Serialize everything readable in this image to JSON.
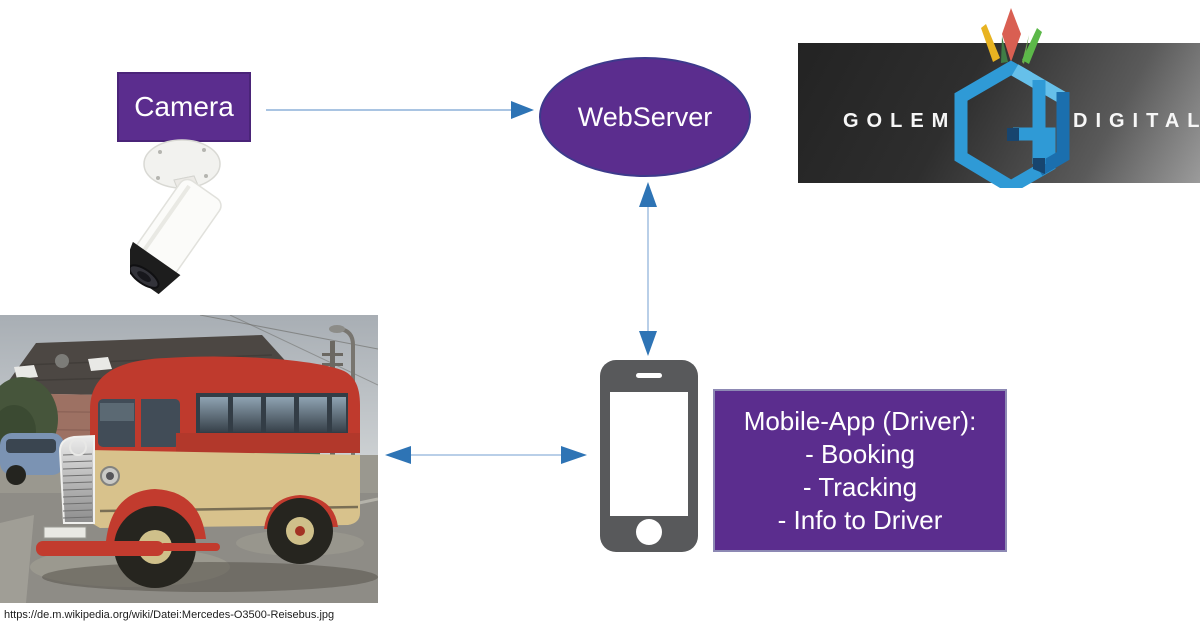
{
  "labels": {
    "camera": "Camera",
    "webserver": "WebServer"
  },
  "mobile_app": {
    "title": "Mobile-App (Driver):",
    "features": [
      "- Booking",
      "- Tracking",
      "- Info to Driver"
    ]
  },
  "logo": {
    "word_left": "GOLEM",
    "word_right": "DIGITAL"
  },
  "attribution": "https://de.m.wikipedia.org/wiki/Datei:Mercedes-O3500-Reisebus.jpg",
  "icons": [
    "security-camera-icon",
    "smartphone-icon",
    "golem-digital-cube-logo",
    "bus-photo"
  ],
  "colors": {
    "node_purple": "#5b2d8e",
    "arrow_head_blue": "#2e74b5",
    "arrow_line_blue": "#a9c4e2",
    "phone_gray": "#58595b",
    "banner_dark": "#2a2a2a",
    "logo_blue_light": "#3aa0d9",
    "logo_blue_dark": "#1b6fae",
    "bus_red": "#bf3a2d",
    "bus_cream": "#d8c28c"
  }
}
